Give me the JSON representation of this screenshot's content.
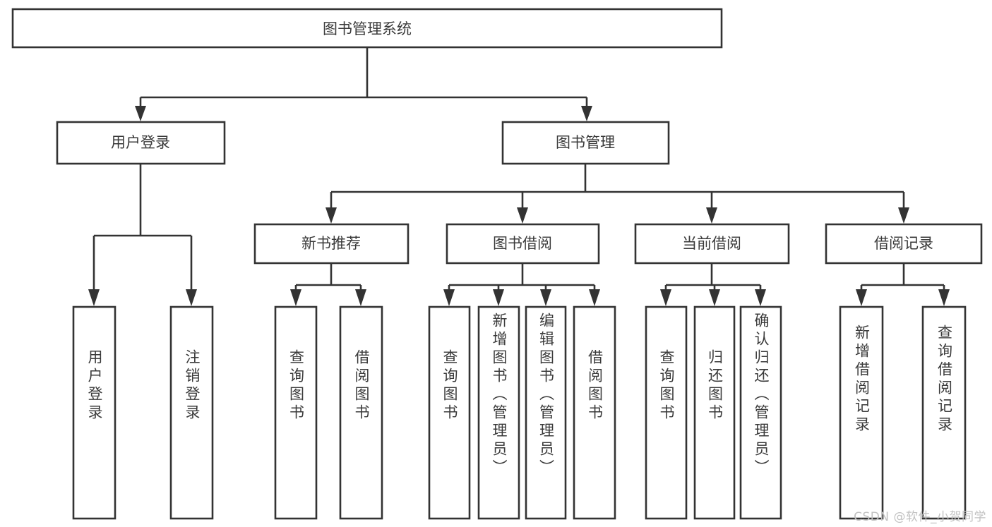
{
  "diagram": {
    "title": "图书管理系统",
    "watermark": "CSDN @软件_小贺同学",
    "colors": {
      "stroke": "#333333",
      "box_fill": "#ffffff",
      "text": "#3a3a3a",
      "watermark": "#c2c2c2",
      "background": "#ffffff"
    },
    "root": {
      "label": "图书管理系统"
    },
    "level2": [
      {
        "label": "用户登录"
      },
      {
        "label": "图书管理"
      }
    ],
    "level3": [
      {
        "label": "新书推荐"
      },
      {
        "label": "图书借阅"
      },
      {
        "label": "当前借阅"
      },
      {
        "label": "借阅记录"
      }
    ],
    "leaves": {
      "user_login": [
        {
          "label": "用户登录"
        },
        {
          "label": "注销登录"
        }
      ],
      "new_book_recommend": [
        {
          "label": "查询图书"
        },
        {
          "label": "借阅图书"
        }
      ],
      "book_borrow": [
        {
          "label": "查询图书"
        },
        {
          "label": "新增图书（管理员）"
        },
        {
          "label": "编辑图书（管理员）"
        },
        {
          "label": "借阅图书"
        }
      ],
      "current_borrow": [
        {
          "label": "查询图书"
        },
        {
          "label": "归还图书"
        },
        {
          "label": "确认归还（管理员）"
        }
      ],
      "borrow_records": [
        {
          "label": "新增借阅记录"
        },
        {
          "label": "查询借阅记录"
        }
      ]
    }
  }
}
